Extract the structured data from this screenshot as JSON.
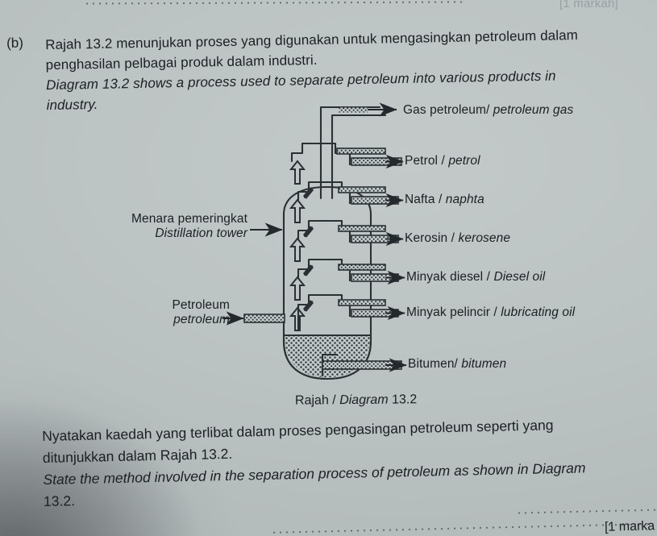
{
  "page": {
    "background_color": "#bcc3c3",
    "ink_color": "#1d2326",
    "top_marks_note": "[1 markah]",
    "bottom_marks_note": "[1 marka"
  },
  "question_b": {
    "number": "(b)",
    "malay_line1": "Rajah 13.2 menunjukan proses yang digunakan untuk mengasingkan petroleum dalam",
    "malay_line2": "penghasilan pelbagai produk dalam industri.",
    "english_line1": "Diagram 13.2 shows a process used to separate petroleum into various products in",
    "english_line2": "industry."
  },
  "diagram": {
    "caption_malay": "Rajah /",
    "caption_english": "Diagram",
    "caption_number": "13.2",
    "tower_label_malay": "Menara pemeringkat",
    "tower_label_english": "Distillation tower",
    "feed_label_malay": "Petroleum",
    "feed_label_english": "petroleum",
    "outputs": [
      {
        "malay": "Gas petroleum/",
        "english": "petroleum gas"
      },
      {
        "malay": "Petrol /",
        "english": "petrol"
      },
      {
        "malay": "Nafta /",
        "english": "naphta"
      },
      {
        "malay": "Kerosin /",
        "english": "kerosene"
      },
      {
        "malay": "Minyak diesel /",
        "english": "Diesel oil"
      },
      {
        "malay": "Minyak pelincir /",
        "english": "lubricating oil"
      },
      {
        "malay": "Bitumen/",
        "english": "bitumen"
      }
    ]
  },
  "question_text": {
    "malay_line1": "Nyatakan kaedah yang terlibat dalam proses pengasingan petroleum seperti yang",
    "malay_line2": "ditunjukkan dalam Rajah 13.2.",
    "english_line1": "State the method involved in the separation process of petroleum as shown in Diagram",
    "english_line2": "13.2."
  }
}
